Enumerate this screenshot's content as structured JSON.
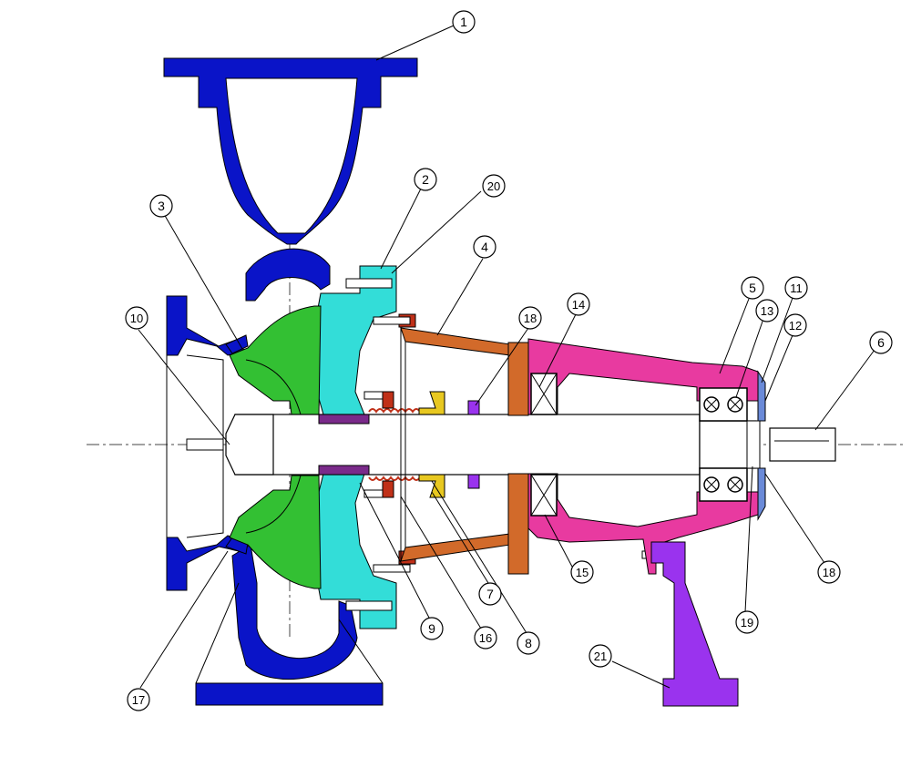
{
  "colors": {
    "casing": "#0a14c8",
    "cover": "#33ddd8",
    "impeller": "#33c033",
    "bracket": "#e83aa0",
    "adapter": "#d26a2a",
    "seal": "#c03018",
    "foot": "#9a33ee",
    "endcap": "#6a8ad8",
    "sleeve": "#7a2a8a",
    "gland": "#e8c820",
    "outline": "#000000",
    "leader": "#000000"
  },
  "callouts": [
    {
      "id": "c1",
      "label": "1"
    },
    {
      "id": "c2",
      "label": "2"
    },
    {
      "id": "c3",
      "label": "3"
    },
    {
      "id": "c4",
      "label": "4"
    },
    {
      "id": "c5",
      "label": "5"
    },
    {
      "id": "c6",
      "label": "6"
    },
    {
      "id": "c7",
      "label": "7"
    },
    {
      "id": "c8",
      "label": "8"
    },
    {
      "id": "c9",
      "label": "9"
    },
    {
      "id": "c10",
      "label": "10"
    },
    {
      "id": "c11",
      "label": "11"
    },
    {
      "id": "c12",
      "label": "12"
    },
    {
      "id": "c13",
      "label": "13"
    },
    {
      "id": "c14",
      "label": "14"
    },
    {
      "id": "c15",
      "label": "15"
    },
    {
      "id": "c16",
      "label": "16"
    },
    {
      "id": "c17",
      "label": "17"
    },
    {
      "id": "c18a",
      "label": "18"
    },
    {
      "id": "c18b",
      "label": "18"
    },
    {
      "id": "c19",
      "label": "19"
    },
    {
      "id": "c20",
      "label": "20"
    },
    {
      "id": "c21",
      "label": "21"
    }
  ]
}
